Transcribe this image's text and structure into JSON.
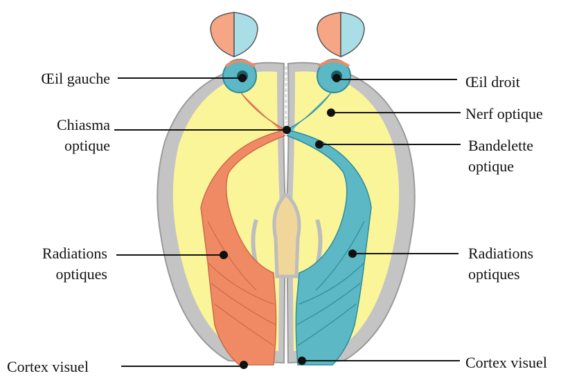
{
  "labels": {
    "left_eye": "Œil gauche",
    "right_eye": "Œil droit",
    "chiasma_line1": "Chiasma",
    "chiasma_line2": "optique",
    "optic_nerve": "Nerf optique",
    "optic_tract_line1": "Bandelette",
    "optic_tract_line2": "optique",
    "left_radiations_line1": "Radiations",
    "left_radiations_line2": "optiques",
    "right_radiations_line1": "Radiations",
    "right_radiations_line2": "optiques",
    "left_cortex": "Cortex visuel",
    "right_cortex": "Cortex visuel"
  },
  "colors": {
    "left_pathway": "#f08a64",
    "right_pathway": "#5bb8c4",
    "brain_fill": "#fbf59a",
    "brain_border": "#b9b9b9",
    "leader_line": "#111111"
  }
}
